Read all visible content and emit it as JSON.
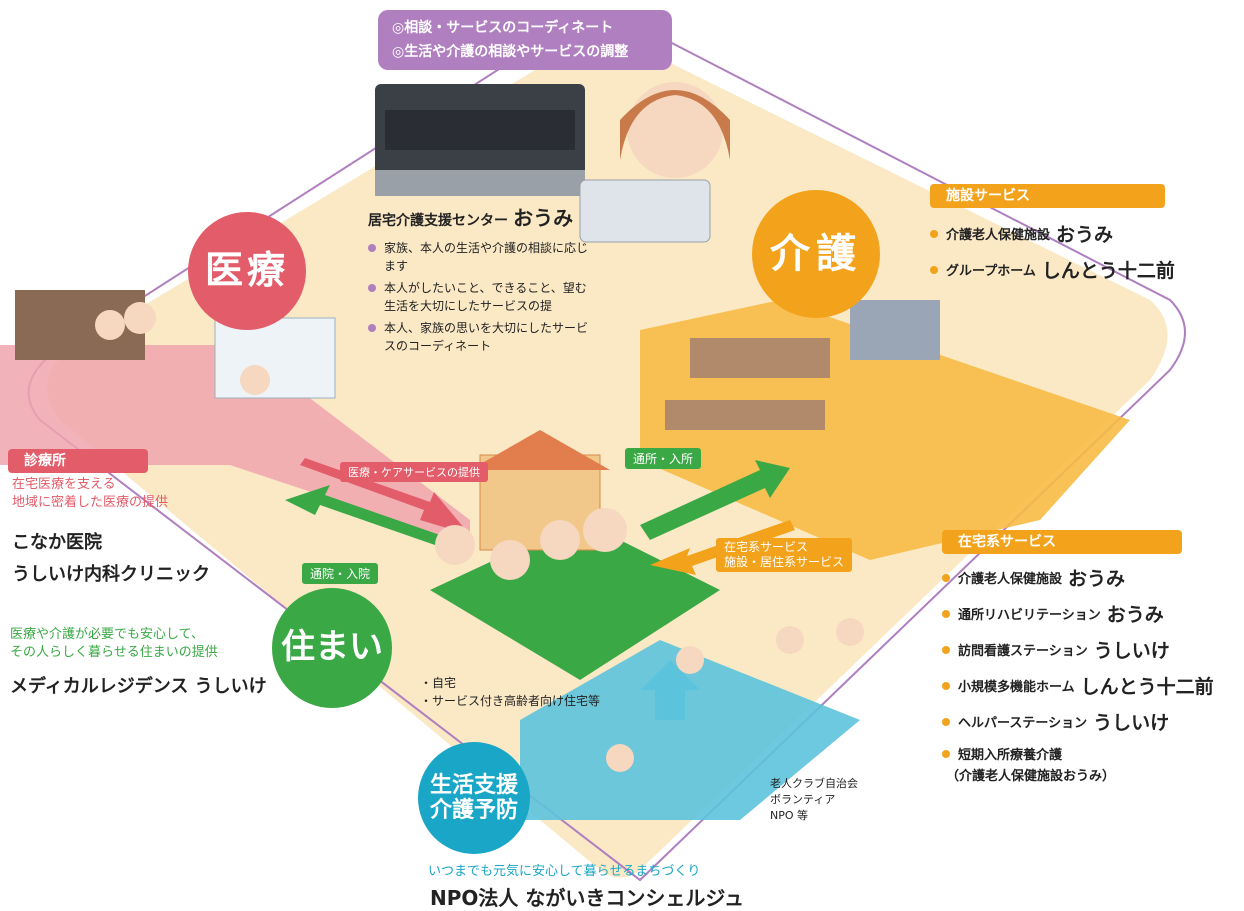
{
  "top_box": {
    "line1": "◎相談・サービスのコーディネート",
    "line2": "◎生活や介護の相談やサービスの調整"
  },
  "center": {
    "name_prefix": "居宅介護支援センター",
    "name_suffix": "おうみ",
    "items": [
      "家族、本人の生活や介護の相談に応じます",
      "本人がしたいこと、できること、望む生活を大切にしたサービスの提",
      "本人、家族の思いを大切にしたサービスのコーディネート"
    ]
  },
  "circles": {
    "medical": "医療",
    "care": "介護",
    "home": "住まい",
    "support_line1": "生活支援",
    "support_line2": "介護予防"
  },
  "facility_services": {
    "heading": "施設サービス",
    "items": [
      {
        "type": "介護老人保健施設",
        "name": "おうみ"
      },
      {
        "type": "グループホーム",
        "name": "しんとう十二前"
      }
    ]
  },
  "home_services": {
    "heading": "在宅系サービス",
    "items": [
      {
        "type": "介護老人保健施設",
        "name": "おうみ"
      },
      {
        "type": "通所リハビリテーション",
        "name": "おうみ"
      },
      {
        "type": "訪問看護ステーション",
        "name": "うしいけ"
      },
      {
        "type": "小規模多機能ホーム",
        "name": "しんとう十二前"
      },
      {
        "type": "ヘルパーステーション",
        "name": "うしいけ"
      },
      {
        "type": "短期入所療養介護",
        "name": ""
      }
    ],
    "note": "（介護老人保健施設おうみ）"
  },
  "clinic": {
    "heading": "診療所",
    "desc_line1": "在宅医療を支える",
    "desc_line2": "地域に密着した医療の提供",
    "name1": "こなか医院",
    "name2": "うしいけ内科クリニック"
  },
  "residence": {
    "desc_line1": "医療や介護が必要でも安心して、",
    "desc_line2": "その人らしく暮らせる住まいの提供",
    "name": "メディカルレジデンス うしいけ"
  },
  "home_types": {
    "line1": "・自宅",
    "line2": "・サービス付き高齢者向け住宅等"
  },
  "arrows": {
    "medical_care_service": "医療・ケアサービスの提供",
    "hospital_visit": "通院・入院",
    "day_service": "通所・入所",
    "home_service_line1": "在宅系サービス",
    "home_service_line2": "施設・居住系サービス"
  },
  "community": {
    "line1": "老人クラブ自治会",
    "line2": "ボランティア",
    "line3": "NPO 等"
  },
  "footer": {
    "tagline": "いつまでも元気に安心して暮らせるまちづくり",
    "org": "NPO法人 ながいきコンシェルジュ"
  },
  "colors": {
    "medical": "#e25c6a",
    "care": "#f3a21b",
    "home": "#3aa845",
    "support": "#1aa6c6",
    "coordination": "#b07fc0",
    "background": "#fbe9c6"
  }
}
